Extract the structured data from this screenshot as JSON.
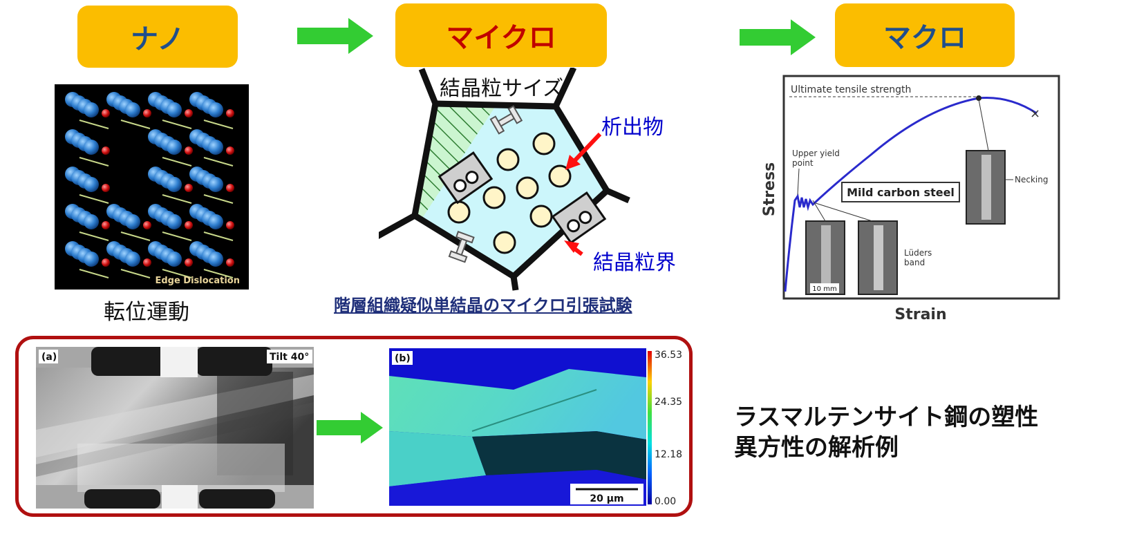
{
  "stages": {
    "nano": "ナノ",
    "micro": "マイクロ",
    "macro": "マクロ"
  },
  "nano_panel": {
    "image_label": "Edge Dislocation",
    "caption": "転位運動"
  },
  "micro_panel": {
    "grain_size_label": "結晶粒サイズ",
    "precipitate_label": "析出物",
    "grain_boundary_label": "結晶粒界",
    "caption": "階層組織疑似単結晶のマイクロ引張試験"
  },
  "macro_panel": {
    "ultimate_label": "Ultimate tensile strength",
    "upper_yield_label_1": "Upper yield",
    "upper_yield_label_2": "point",
    "necking_label": "Necking",
    "material_label": "Mild carbon steel",
    "luders_label_1": "Lüders",
    "luders_label_2": "band",
    "scale_label": "10 mm",
    "y_axis": "Stress",
    "x_axis": "Strain"
  },
  "bottom_panel": {
    "sem_label": "(a)",
    "tilt_label": "Tilt 40°",
    "map_label": "(b)",
    "scale_bar": "20 μm",
    "colorbar_ticks": [
      "36.53",
      "24.35",
      "12.18",
      "0.00"
    ]
  },
  "side_text": {
    "line1": "ラスマルテンサイト鋼の塑性",
    "line2": "異方性の解析例"
  },
  "colors": {
    "pill": "#fbbd00",
    "arrow": "#33cc33",
    "nano_text": "#1f4e8c",
    "micro_text": "#c00000",
    "macro_text": "#1f4e8c",
    "blue_label": "#0000cc",
    "frame": "#b01010"
  }
}
